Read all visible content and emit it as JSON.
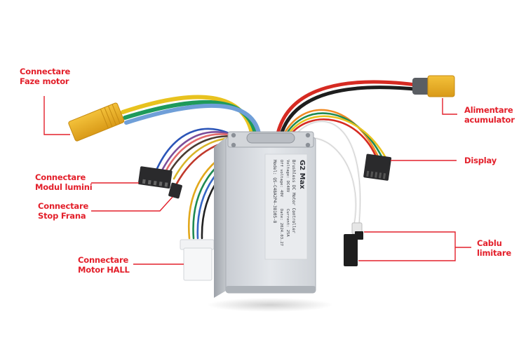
{
  "diagram": {
    "subject": "E-scooter brushless DC motor controller wiring diagram",
    "accent_color": "#e3202b",
    "background": "#ffffff",
    "callouts": [
      {
        "id": "phase",
        "line1": "Connectare",
        "line2": "Faze motor"
      },
      {
        "id": "lights",
        "line1": "Connectare",
        "line2": "Modul lumini"
      },
      {
        "id": "brake",
        "line1": "Connectare",
        "line2": "Stop Frana"
      },
      {
        "id": "hall",
        "line1": "Connectare",
        "line2": "Motor HALL"
      },
      {
        "id": "battery",
        "line1": "Alimentare",
        "line2": "acumulator"
      },
      {
        "id": "display",
        "line1": "Display",
        "line2": ""
      },
      {
        "id": "limit",
        "line1": "Cablu",
        "line2": "limitare"
      }
    ],
    "controller_label": {
      "brand": "G2 Max",
      "line1": "Brushless DC Motor Controller",
      "line2_left": "Voltage: DC48V",
      "line2_right": "Current: 25A",
      "line3_left": "Off voltage: 40V",
      "line3_right": "Date: 2024.03.27",
      "line4": "Model: QS-C48A2P4-38105-8"
    }
  }
}
